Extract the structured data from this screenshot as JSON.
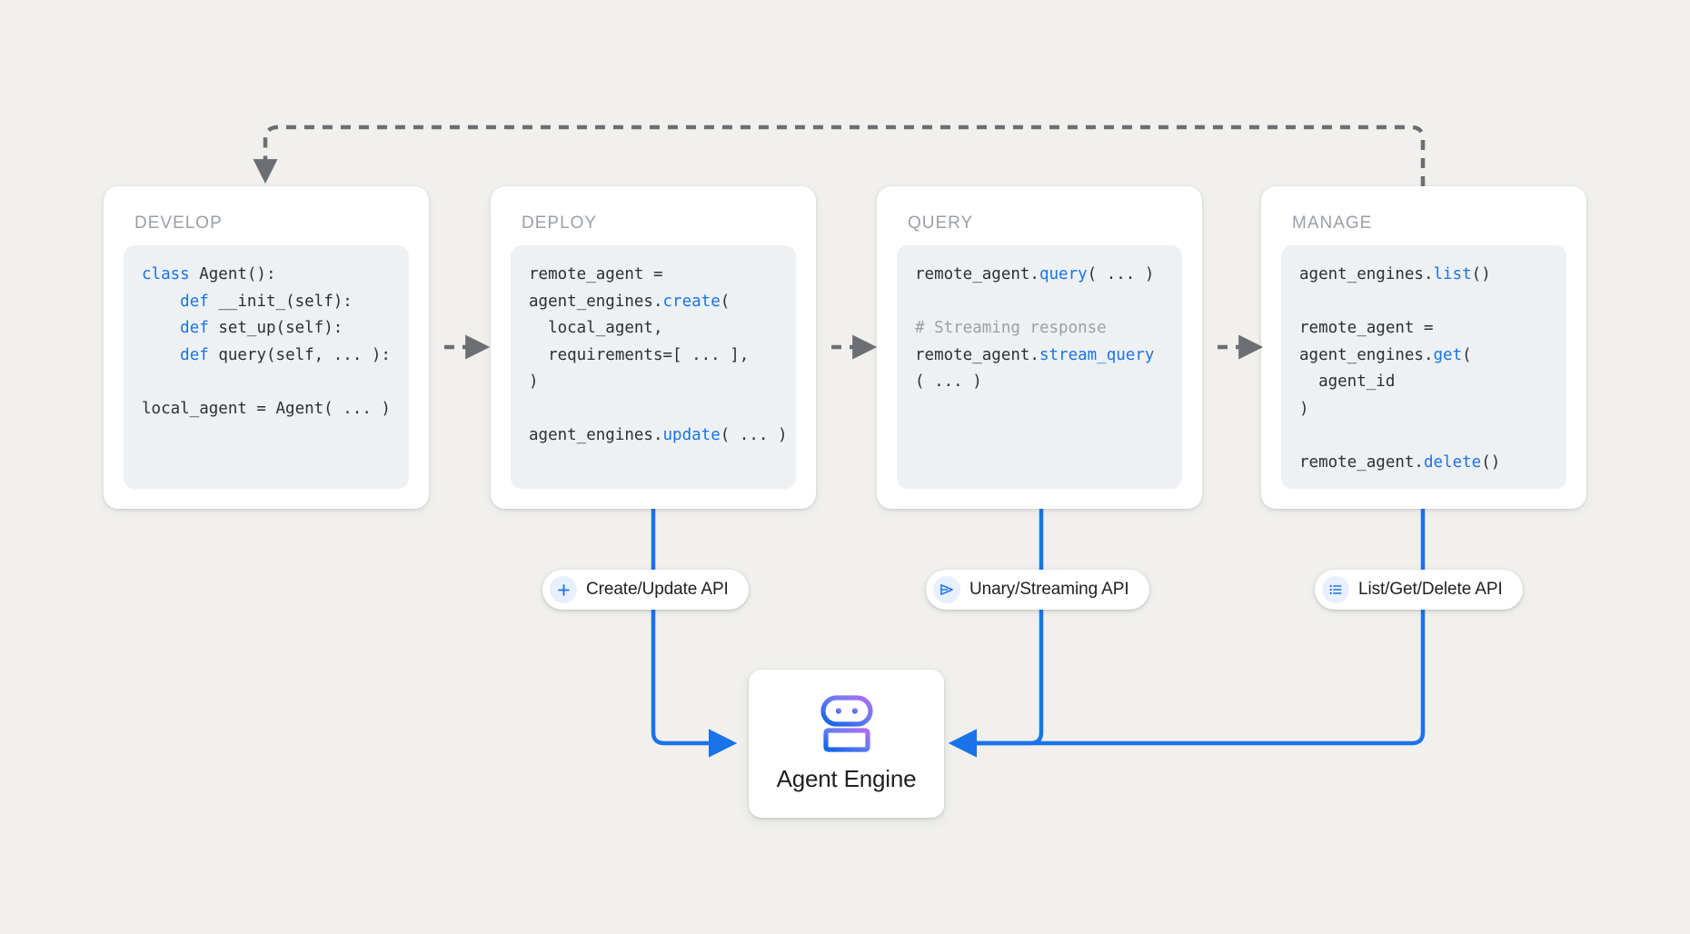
{
  "canvas": {
    "background": "#f1f0ed",
    "accent_blue": "#1a73e8",
    "code_keyword_color": "#1a73e8",
    "muted_gray": "#9aa0a6",
    "arrow_gray": "#6b6f73"
  },
  "stages": [
    {
      "title": "DEVELOP",
      "code_lines": [
        {
          "segments": [
            {
              "t": "class ",
              "c": "kw"
            },
            {
              "t": "Agent():",
              "c": "plain"
            }
          ]
        },
        {
          "segments": [
            {
              "t": "    ",
              "c": "plain"
            },
            {
              "t": "def ",
              "c": "kw"
            },
            {
              "t": "__init_(self):",
              "c": "plain"
            }
          ]
        },
        {
          "segments": [
            {
              "t": "    ",
              "c": "plain"
            },
            {
              "t": "def ",
              "c": "kw"
            },
            {
              "t": "set_up(self):",
              "c": "plain"
            }
          ]
        },
        {
          "segments": [
            {
              "t": "    ",
              "c": "plain"
            },
            {
              "t": "def ",
              "c": "kw"
            },
            {
              "t": "query(self, ... ):",
              "c": "plain"
            }
          ]
        },
        {
          "segments": [
            {
              "t": "",
              "c": "plain"
            }
          ]
        },
        {
          "segments": [
            {
              "t": "local_agent = Agent( ... )",
              "c": "plain"
            }
          ]
        }
      ]
    },
    {
      "title": "DEPLOY",
      "code_lines": [
        {
          "segments": [
            {
              "t": "remote_agent =",
              "c": "plain"
            }
          ]
        },
        {
          "segments": [
            {
              "t": "agent_engines.",
              "c": "plain"
            },
            {
              "t": "create",
              "c": "fn"
            },
            {
              "t": "(",
              "c": "plain"
            }
          ]
        },
        {
          "segments": [
            {
              "t": "  local_agent,",
              "c": "plain"
            }
          ]
        },
        {
          "segments": [
            {
              "t": "  requirements=[ ... ],",
              "c": "plain"
            }
          ]
        },
        {
          "segments": [
            {
              "t": ")",
              "c": "plain"
            }
          ]
        },
        {
          "segments": [
            {
              "t": "",
              "c": "plain"
            }
          ]
        },
        {
          "segments": [
            {
              "t": "agent_engines.",
              "c": "plain"
            },
            {
              "t": "update",
              "c": "fn"
            },
            {
              "t": "( ... )",
              "c": "plain"
            }
          ]
        }
      ]
    },
    {
      "title": "QUERY",
      "code_lines": [
        {
          "segments": [
            {
              "t": "remote_agent.",
              "c": "plain"
            },
            {
              "t": "query",
              "c": "fn"
            },
            {
              "t": "( ... )",
              "c": "plain"
            }
          ]
        },
        {
          "segments": [
            {
              "t": "",
              "c": "plain"
            }
          ]
        },
        {
          "segments": [
            {
              "t": "# Streaming response",
              "c": "cmt"
            }
          ]
        },
        {
          "segments": [
            {
              "t": "remote_agent.",
              "c": "plain"
            },
            {
              "t": "stream_query",
              "c": "fn"
            }
          ]
        },
        {
          "segments": [
            {
              "t": "( ... )",
              "c": "plain"
            }
          ]
        }
      ]
    },
    {
      "title": "MANAGE",
      "code_lines": [
        {
          "segments": [
            {
              "t": "agent_engines.",
              "c": "plain"
            },
            {
              "t": "list",
              "c": "fn"
            },
            {
              "t": "()",
              "c": "plain"
            }
          ]
        },
        {
          "segments": [
            {
              "t": "",
              "c": "plain"
            }
          ]
        },
        {
          "segments": [
            {
              "t": "remote_agent =",
              "c": "plain"
            }
          ]
        },
        {
          "segments": [
            {
              "t": "agent_engines.",
              "c": "plain"
            },
            {
              "t": "get",
              "c": "fn"
            },
            {
              "t": "(",
              "c": "plain"
            }
          ]
        },
        {
          "segments": [
            {
              "t": "  agent_id",
              "c": "plain"
            }
          ]
        },
        {
          "segments": [
            {
              "t": ")",
              "c": "plain"
            }
          ]
        },
        {
          "segments": [
            {
              "t": "",
              "c": "plain"
            }
          ]
        },
        {
          "segments": [
            {
              "t": "remote_agent.",
              "c": "plain"
            },
            {
              "t": "delete",
              "c": "fn"
            },
            {
              "t": "()",
              "c": "plain"
            }
          ]
        }
      ]
    }
  ],
  "api_pills": [
    {
      "label": "Create/Update API",
      "icon": "plus-icon"
    },
    {
      "label": "Unary/Streaming API",
      "icon": "send-icon"
    },
    {
      "label": "List/Get/Delete API",
      "icon": "list-icon"
    }
  ],
  "agent_engine": {
    "label": "Agent Engine",
    "icon": "robot-icon",
    "gradient_from": "#a56ef5",
    "gradient_to": "#1a73e8"
  },
  "connectors": {
    "stage_flow_style": "dashed-arrow",
    "feedback_loop_style": "dashed-arrow",
    "api_line_style": "solid-blue-arrow"
  }
}
